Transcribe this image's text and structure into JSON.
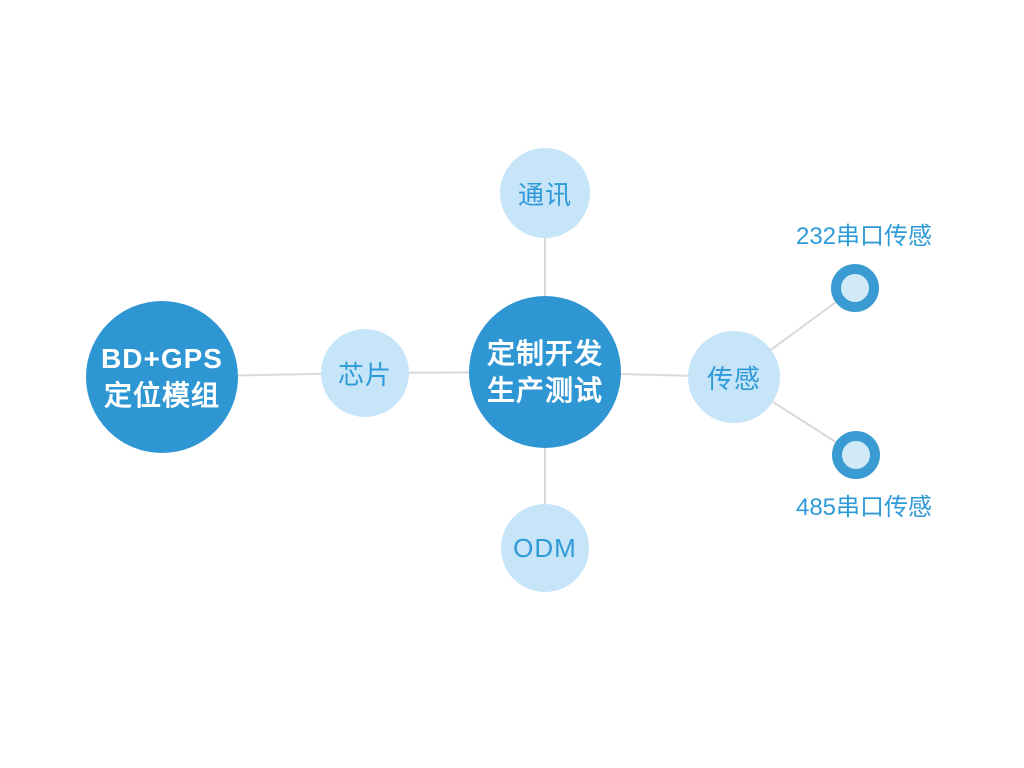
{
  "diagram": {
    "background": "#ffffff",
    "colors": {
      "primary_circle": "#2e96d3",
      "primary_circle_text": "#ffffff",
      "light_circle": "#c6e5f8",
      "light_circle_text": "#2f9ad8",
      "endpoint_label_text": "#2e9ad8",
      "ring_outer": "#3a9ad2",
      "ring_inner": "#cfe9f7",
      "connector_line": "#d9d9d9"
    },
    "nodes": {
      "bdgps": {
        "line1": "BD+GPS",
        "line2": "定位模组"
      },
      "chip": {
        "label": "芯片"
      },
      "center": {
        "line1": "定制开发",
        "line2": "生产测试"
      },
      "comm": {
        "label": "通讯"
      },
      "odm": {
        "label": "ODM"
      },
      "sensor": {
        "label": "传感"
      }
    },
    "endpoints": {
      "serial232": {
        "label": "232串口传感"
      },
      "serial485": {
        "label": "485串口传感"
      }
    },
    "connections": [
      {
        "from": "bdgps",
        "to": "chip"
      },
      {
        "from": "chip",
        "to": "center"
      },
      {
        "from": "center",
        "to": "comm"
      },
      {
        "from": "center",
        "to": "odm"
      },
      {
        "from": "center",
        "to": "sensor"
      },
      {
        "from": "sensor",
        "to": "serial232"
      },
      {
        "from": "sensor",
        "to": "serial485"
      }
    ]
  }
}
